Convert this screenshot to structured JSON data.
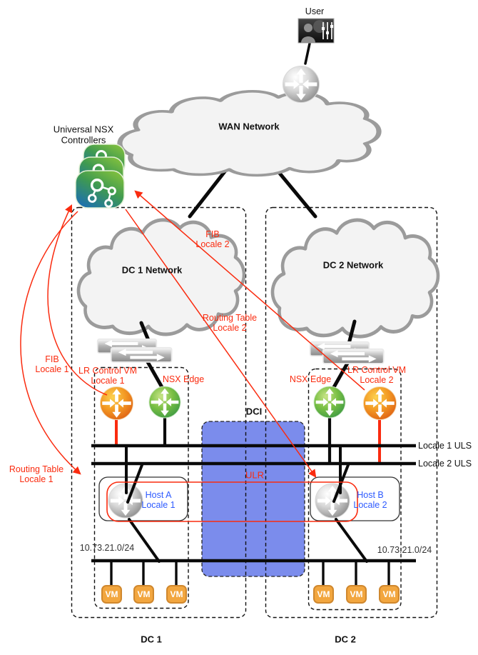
{
  "top": {
    "user_label": "User",
    "wan_label": "WAN Network",
    "controllers_label": "Universal NSX\nControllers"
  },
  "dc1": {
    "network_label": "DC 1 Network",
    "lr_control_vm_label": "LR Control VM\nLocale 1",
    "nsx_edge_label": "NSX Edge",
    "host_label": "Host A\nLocale 1",
    "subnet_label": "10.73.21.0/24",
    "vms": [
      "VM",
      "VM",
      "VM"
    ],
    "dc_label": "DC 1"
  },
  "dc2": {
    "network_label": "DC 2 Network",
    "nsx_edge_label": "NSX Edge",
    "lr_control_vm_label": "LR Control VM\nLocale 2",
    "host_label": "Host B\nLocale 2",
    "subnet_label": "10.73.21.0/24",
    "vms": [
      "VM",
      "VM",
      "VM"
    ],
    "dc_label": "DC 2"
  },
  "interconnect": {
    "dci_label": "DCI",
    "ulr_label": "ULR",
    "uls1_label": "Locale 1 ULS",
    "uls2_label": "Locale 2 ULS"
  },
  "annotations": {
    "fib_locale1": "FIB\nLocale 1",
    "routing_table_locale1": "Routing Table\nLocale 1",
    "fib_locale2": "FIB\nLocale 2",
    "routing_table_locale2": "Routing Table\nLocale 2"
  },
  "colors": {
    "annotation_red": "#FA2B0F",
    "host_text_blue": "#2E5BFF",
    "dci_fill": "#7B8CEC",
    "vm_orange": "#F2A63F"
  }
}
